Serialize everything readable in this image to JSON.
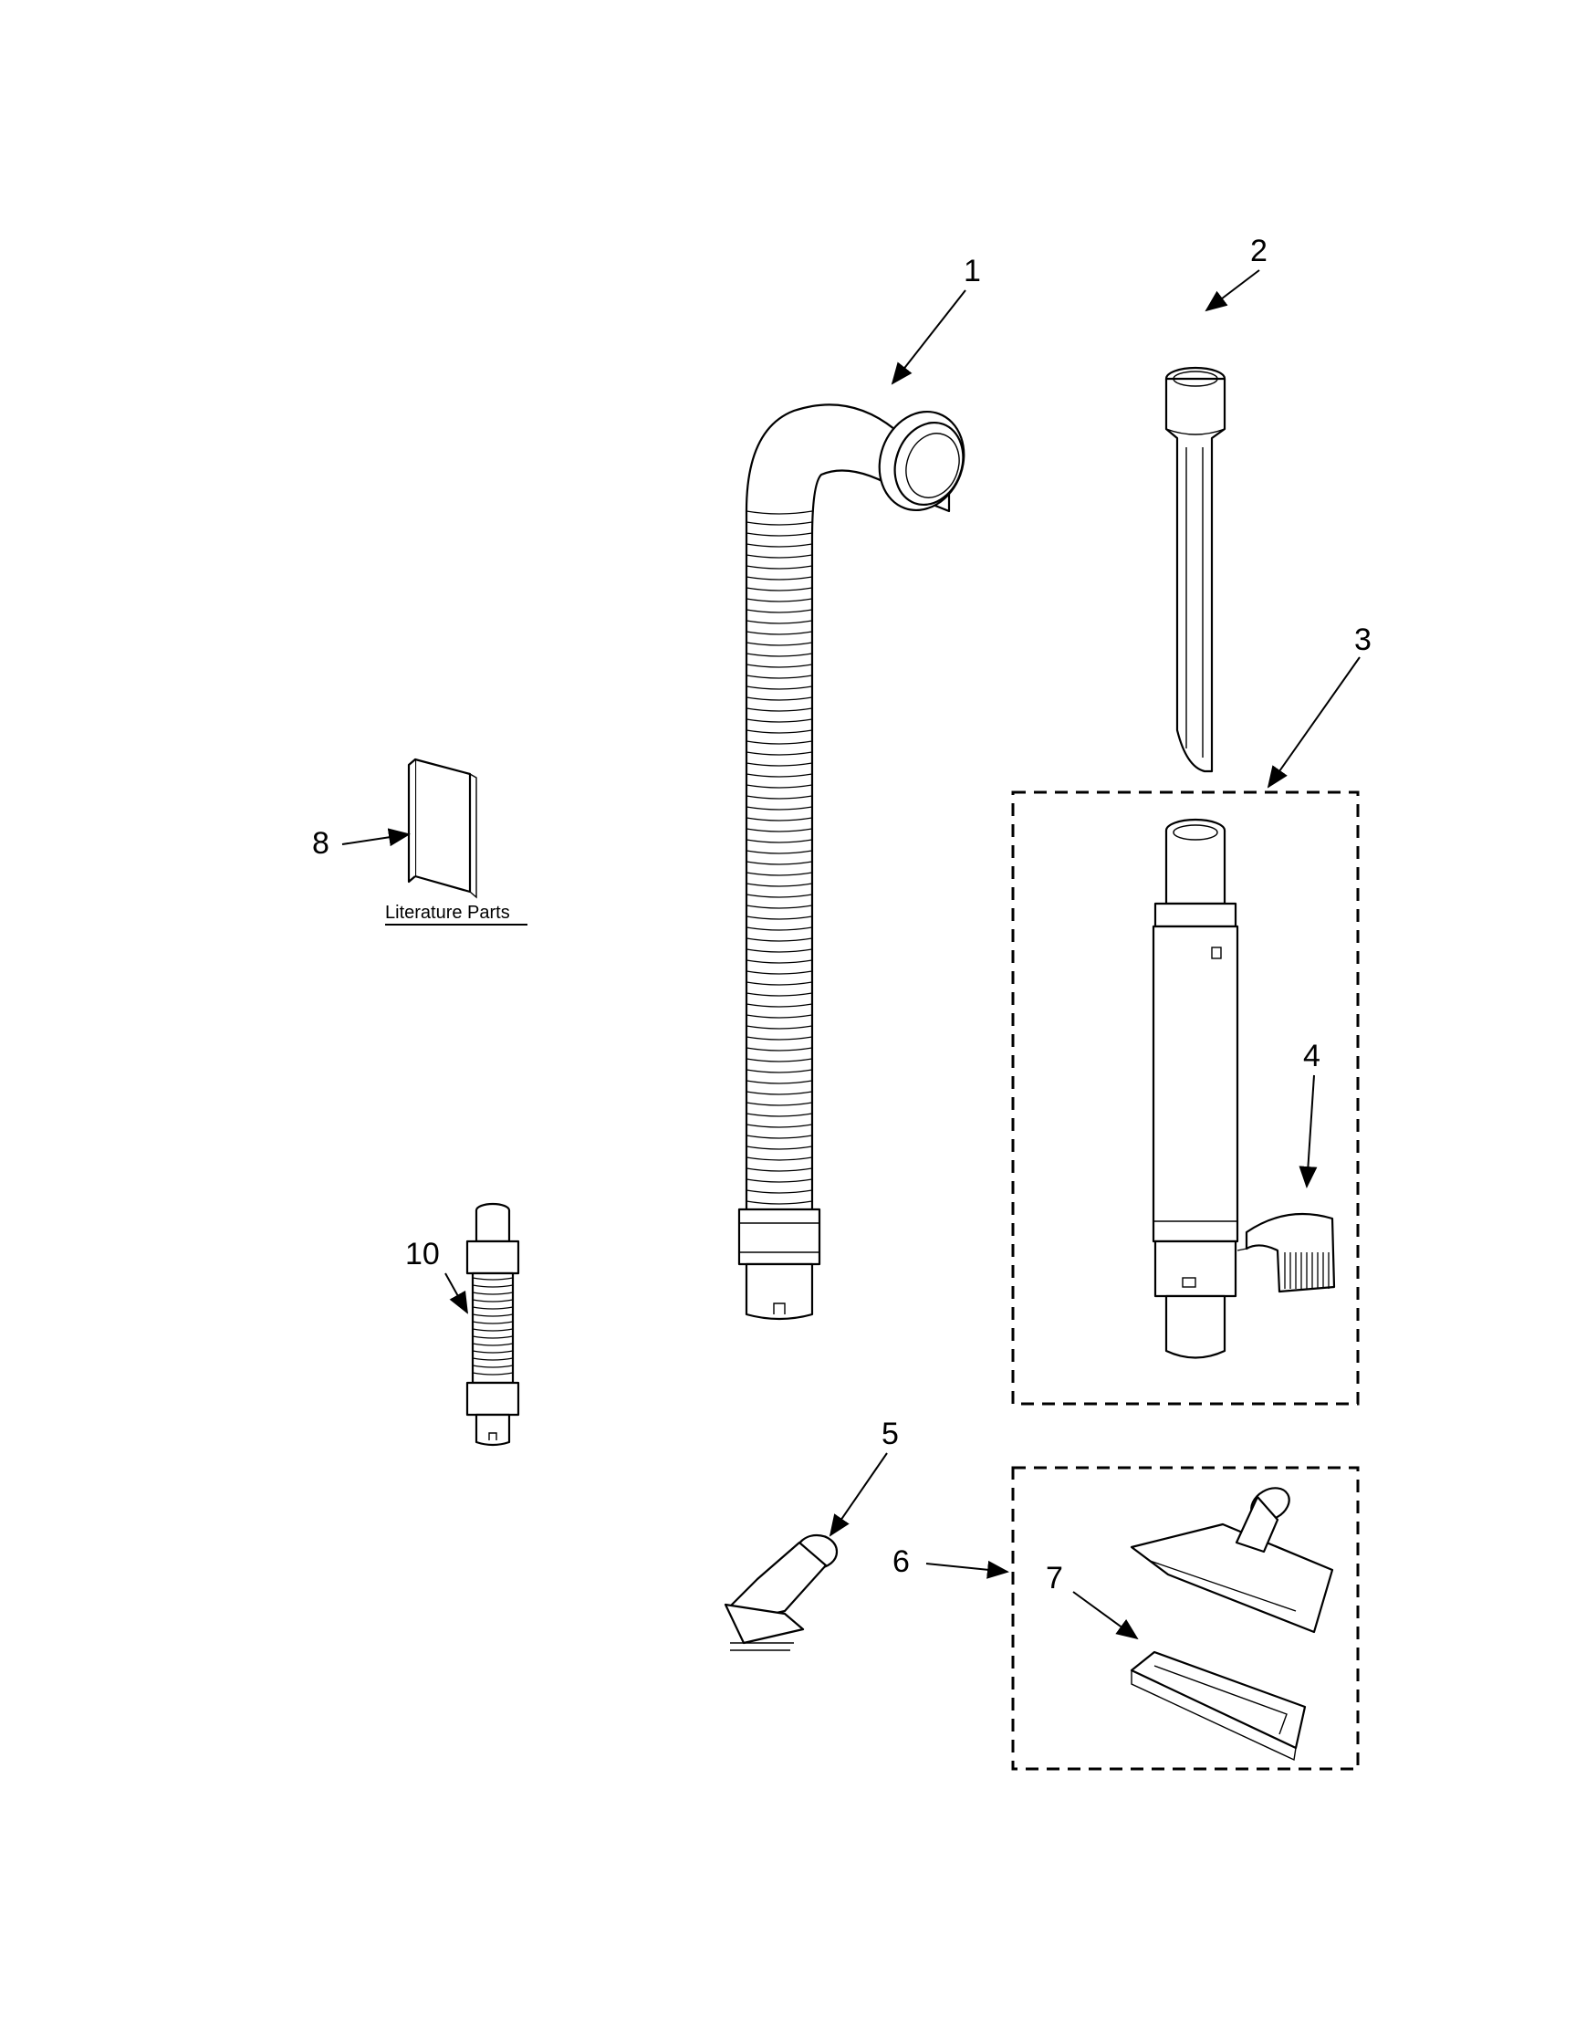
{
  "callouts": {
    "c1": "1",
    "c2": "2",
    "c3": "3",
    "c4": "4",
    "c5": "5",
    "c6": "6",
    "c7": "7",
    "c8": "8",
    "c10": "10"
  },
  "literature_label": "Literature Parts"
}
